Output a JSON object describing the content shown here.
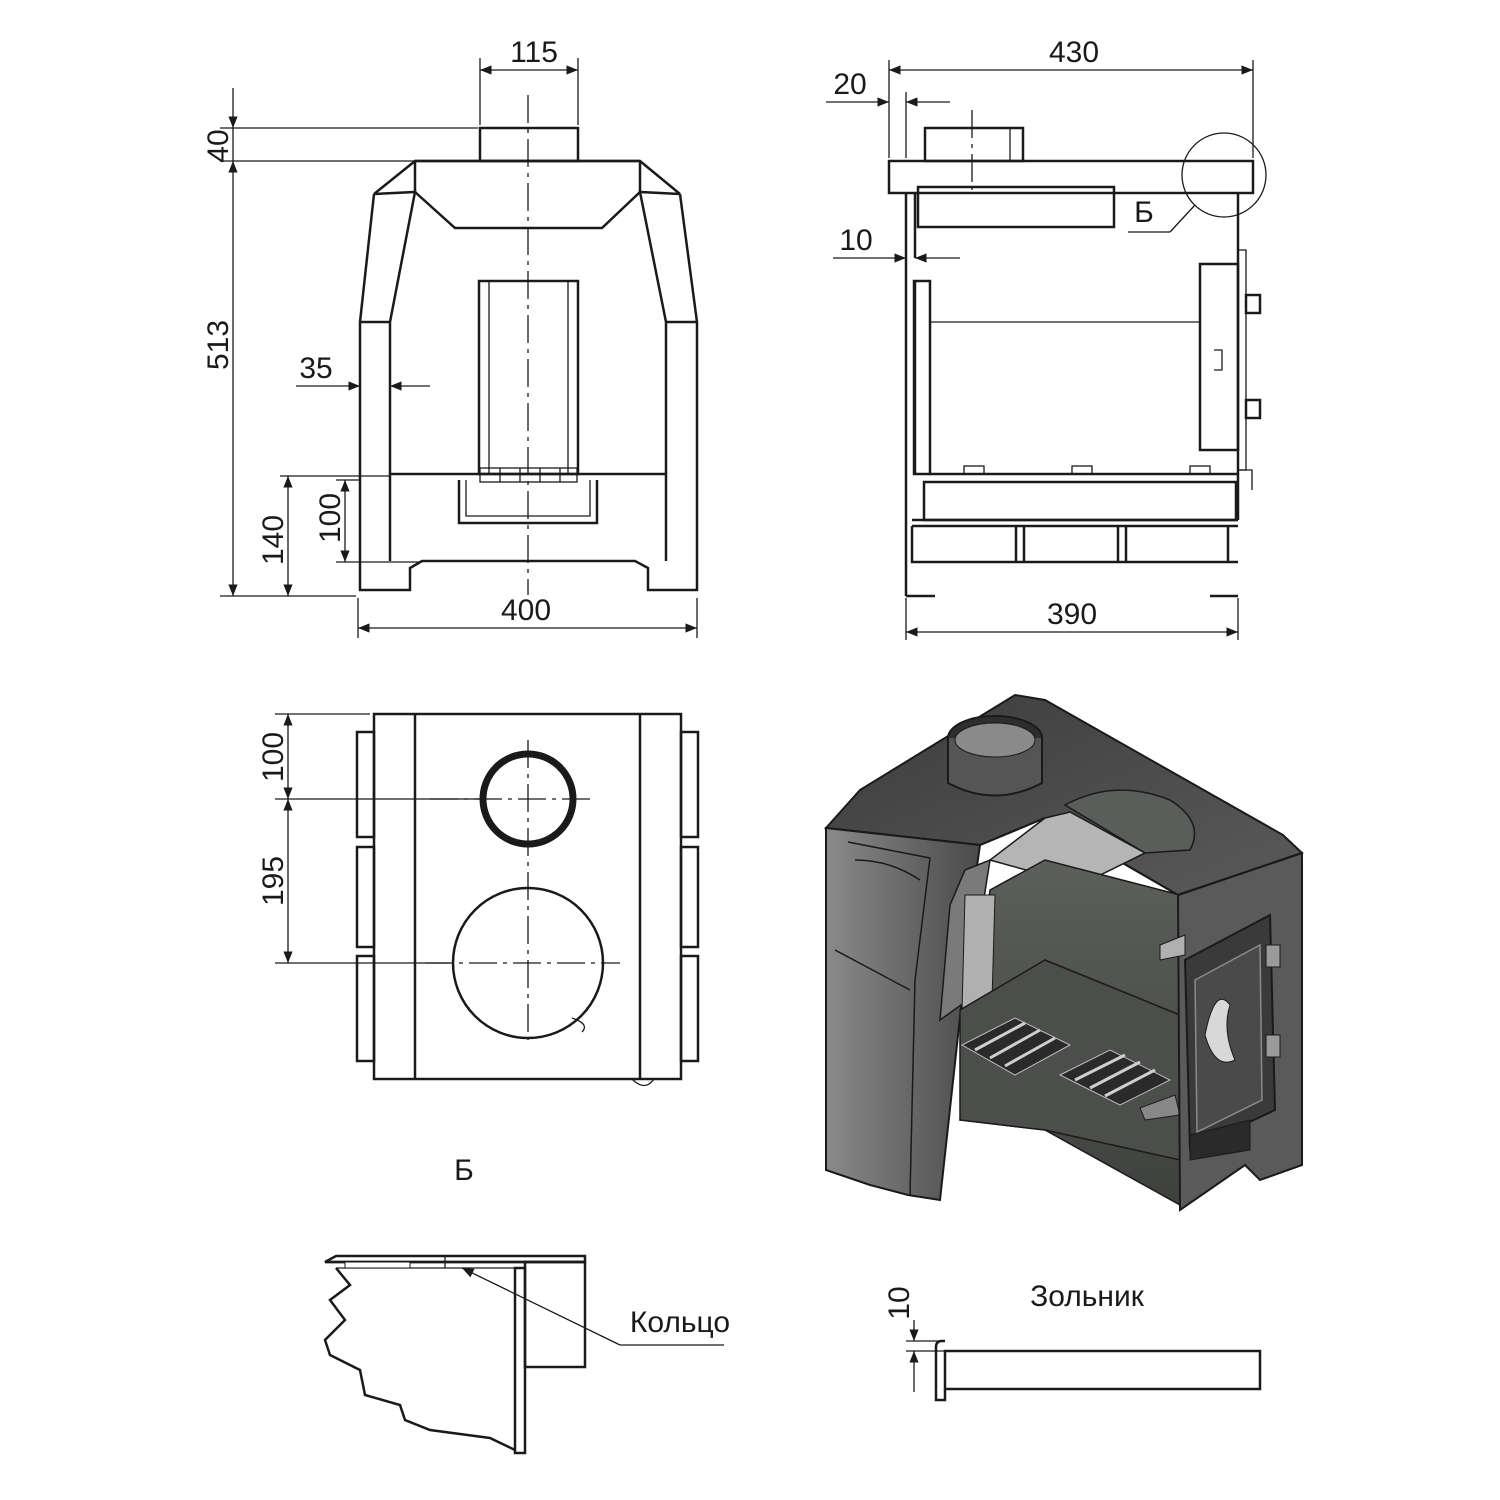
{
  "front_view": {
    "dim_pipe_width": "115",
    "dim_pipe_height": "40",
    "dim_body_height": "513",
    "dim_side_wall": "35",
    "dim_leg_height": "140",
    "dim_ashpan_height": "100",
    "dim_total_width": "400"
  },
  "side_view": {
    "dim_total_depth": "430",
    "dim_top_offset": "20",
    "dim_wall_offset": "10",
    "dim_base_depth": "390",
    "callout_label": "Б"
  },
  "top_view": {
    "dim_pipe_offset": "100",
    "dim_hole_spacing": "195"
  },
  "detail_b": {
    "title": "Б",
    "ring_label": "Кольцо"
  },
  "ashpan": {
    "title": "Зольник",
    "dim_height": "10"
  },
  "colors": {
    "line": "#1a1a1a",
    "steel_dark": "#3a3a3a",
    "steel_mid": "#6b6b6b",
    "steel_light": "#b8b8b8"
  }
}
